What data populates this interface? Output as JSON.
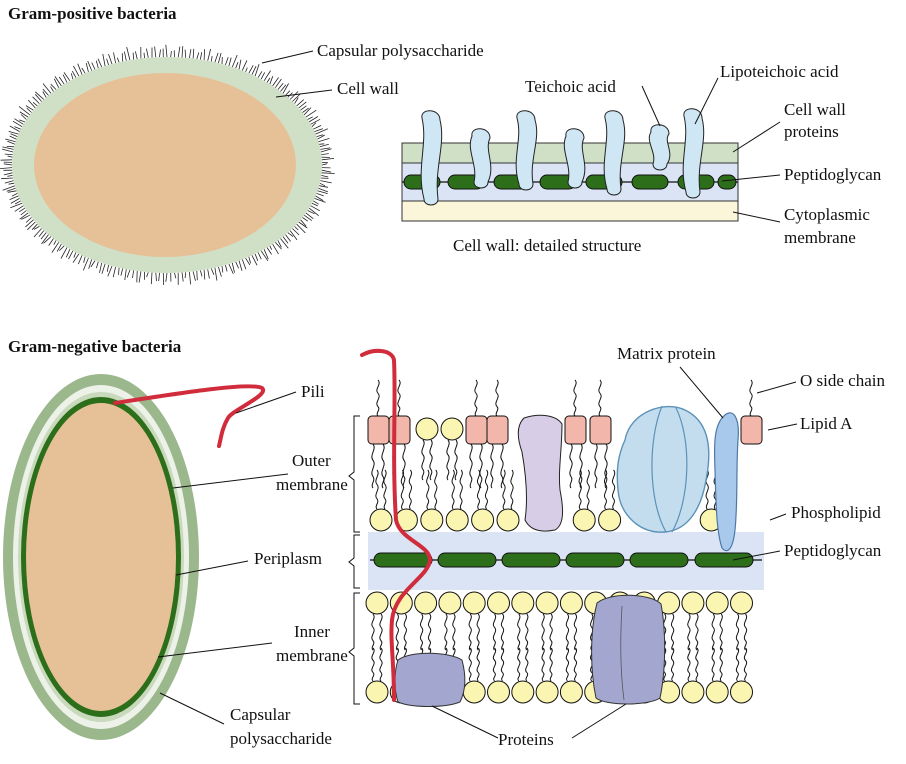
{
  "gram_positive": {
    "title": "Gram-positive bacteria",
    "labels": {
      "capsular_polysaccharide": "Capsular polysaccharide",
      "cell_wall": "Cell wall",
      "teichoic_acid": "Teichoic acid",
      "lipoteichoic_acid": "Lipoteichoic acid",
      "cell_wall_proteins_1": "Cell wall",
      "cell_wall_proteins_2": "proteins",
      "peptidoglycan": "Peptidoglycan",
      "cytoplasmic_membrane_1": "Cytoplasmic",
      "cytoplasmic_membrane_2": "membrane",
      "detail_caption": "Cell wall: detailed structure"
    }
  },
  "gram_negative": {
    "title": "Gram-negative bacteria",
    "labels": {
      "pili": "Pili",
      "outer_membrane_1": "Outer",
      "outer_membrane_2": "membrane",
      "periplasm": "Periplasm",
      "inner_membrane_1": "Inner",
      "inner_membrane_2": "membrane",
      "capsular_polysaccharide_1": "Capsular",
      "capsular_polysaccharide_2": "polysaccharide",
      "matrix_protein": "Matrix protein",
      "o_side_chain": "O side chain",
      "lipid_a": "Lipid A",
      "phospholipid": "Phospholipid",
      "peptidoglycan": "Peptidoglycan",
      "proteins": "Proteins"
    }
  },
  "colors": {
    "cytoplasm": "#e6c198",
    "gp_wall": "#cfe0c6",
    "capsule_green": "#9bb78c",
    "inner_green": "#2d6e1b",
    "pili_red": "#d02c3c",
    "lipid_a": "#f2b6aa",
    "phospholipid_head": "#fbf5b2",
    "periplasm_blue": "#dbe4f5",
    "teichoic": "#cfe6f4",
    "lavender_protein": "#d7cde6",
    "matrix_blue": "#c3dcee",
    "porin_blue": "#a9c9ec",
    "inner_protein": "#a3a7cf"
  }
}
